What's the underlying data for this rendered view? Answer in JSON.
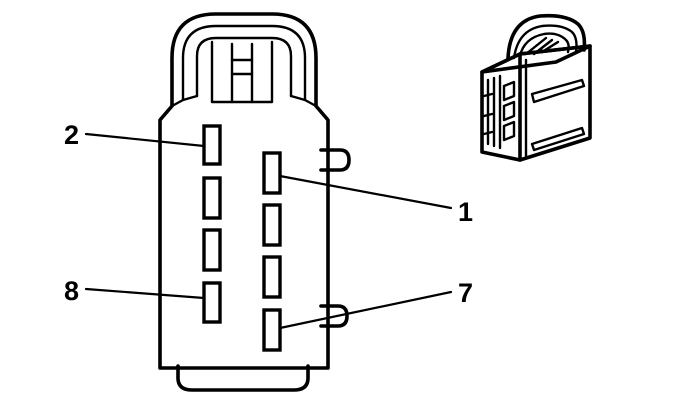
{
  "callouts": {
    "pin_2": "2",
    "pin_1": "1",
    "pin_8": "8",
    "pin_7": "7"
  },
  "colors": {
    "line": "#000000",
    "background": "#ffffff"
  }
}
